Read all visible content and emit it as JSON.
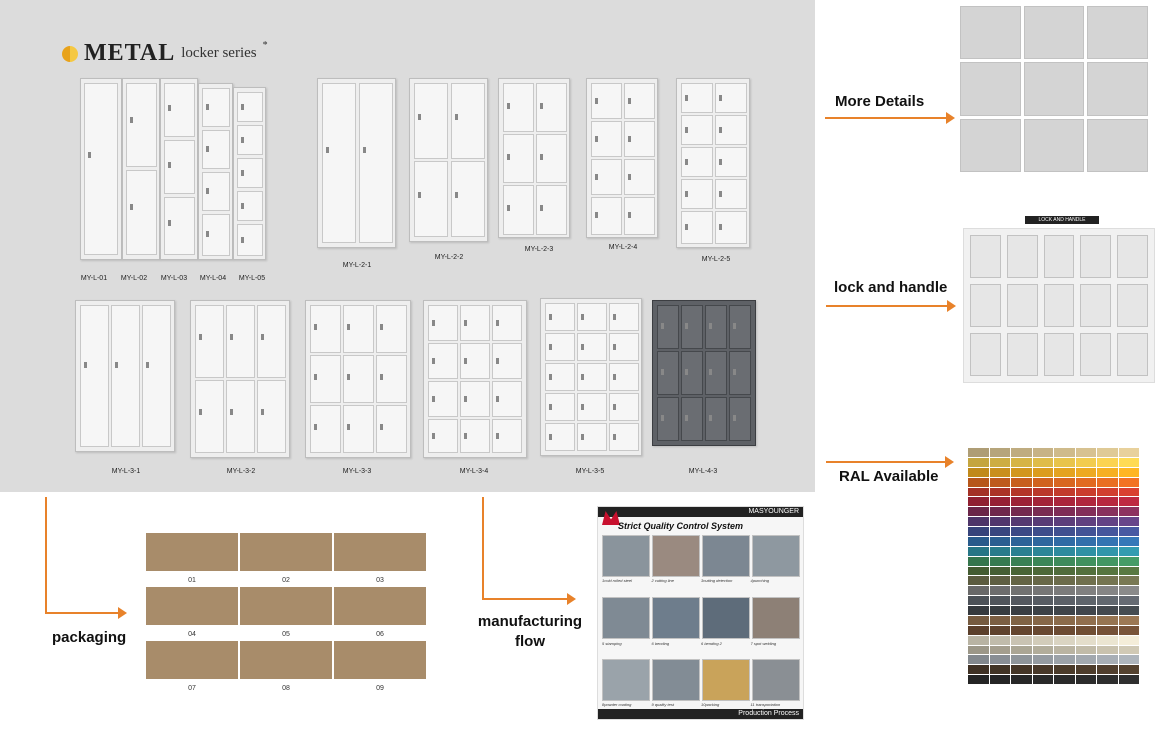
{
  "brand": {
    "title": "METAL",
    "subtitle": "locker series",
    "mark": "*"
  },
  "models_top": [
    "MY-L-01",
    "MY-L-02",
    "MY-L-03",
    "MY-L-04",
    "MY-L-05",
    "MY-L-2-1",
    "MY-L-2-2",
    "MY-L-2-3",
    "MY-L-2-4",
    "MY-L-2-5"
  ],
  "models_bottom": [
    "MY-L-3-1",
    "MY-L-3-2",
    "MY-L-3-3",
    "MY-L-3-4",
    "MY-L-3-5",
    "MY-L-4-3"
  ],
  "sections": {
    "details": "More Details",
    "lock": "lock and handle",
    "lock_bar": "LOCK AND HANDLE",
    "ral": "RAL Available",
    "packaging": "packaging",
    "manufacturing": "manufacturing flow"
  },
  "packaging_steps": [
    "01",
    "02",
    "03",
    "04",
    "05",
    "06",
    "07",
    "08",
    "09"
  ],
  "qc": {
    "brand": "MASYOUNGER",
    "title": "Strict Quality Control System",
    "footer": "Production Process",
    "steps_row1": [
      "1cold rolled steel",
      "2 cutting line",
      "3cutting detection",
      "4punching"
    ],
    "steps_row2": [
      "5 stamping",
      "6 bending",
      "6 bending 2",
      "7 spot welding"
    ],
    "steps_row3": [
      "8powder coating",
      "9 quality test",
      "10packing",
      "11 transportation"
    ]
  },
  "colors": {
    "accent": "#e8822a",
    "panel": "#dcdcdc"
  }
}
